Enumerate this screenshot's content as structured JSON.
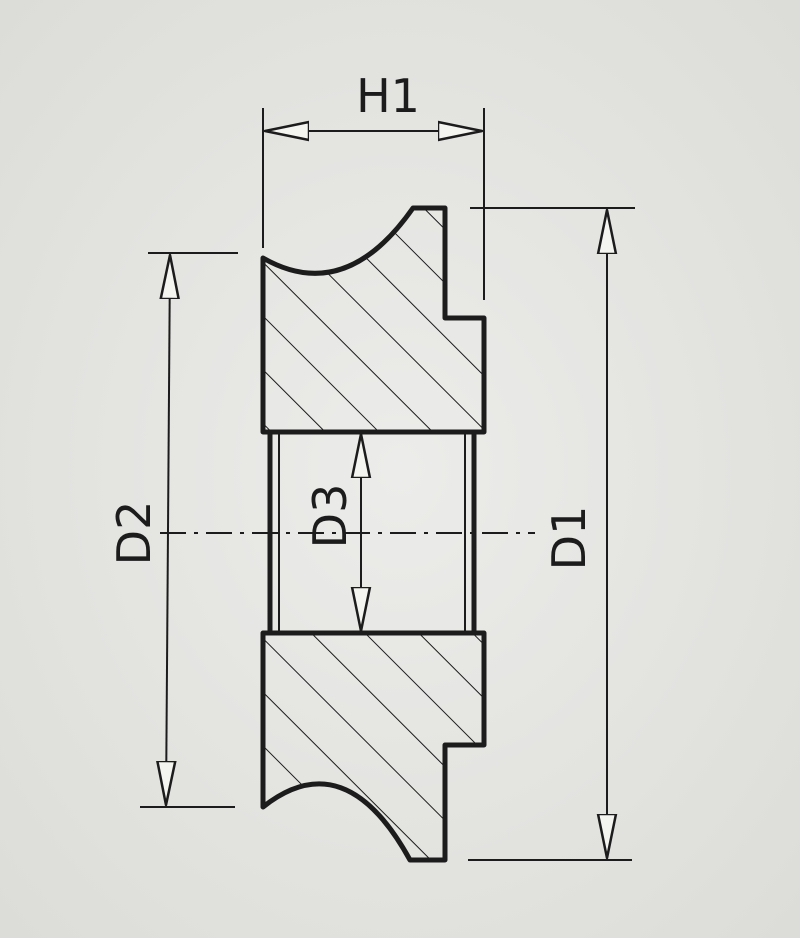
{
  "diagram": {
    "labels": {
      "H1": "H1",
      "D1": "D1",
      "D2": "D2",
      "D3": "D3"
    },
    "colors": {
      "paper": "#e4e4e0",
      "ink": "#1c1c1c"
    }
  }
}
